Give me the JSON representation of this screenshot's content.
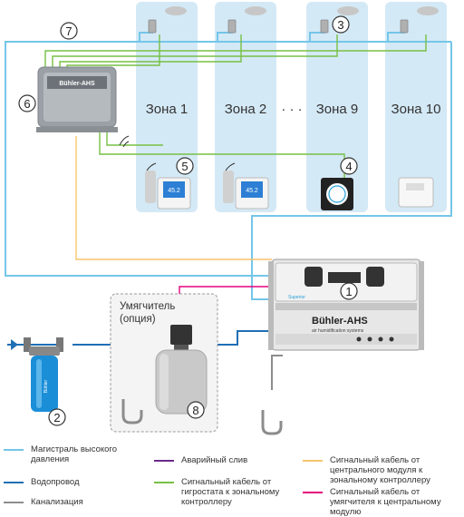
{
  "zones": [
    {
      "label": "Зона 1"
    },
    {
      "label": "Зона 2"
    },
    {
      "label": "Зона 9"
    },
    {
      "label": "Зона 10"
    }
  ],
  "zone_ellipsis": "· · ·",
  "callouts": [
    "1",
    "2",
    "3",
    "4",
    "5",
    "6",
    "7",
    "8"
  ],
  "central_module": {
    "brand": "Bühler-AHS",
    "tagline": "air humidification systems",
    "model": "Superior"
  },
  "zone_controller": {
    "brand": "Bühler-AHS"
  },
  "hygrostat_display": "45.2",
  "softener": {
    "label_line1": "Умягчитель",
    "label_line2": "(опция)"
  },
  "legend": [
    {
      "label": "Магистраль высокого давления",
      "color": "#74c6e8"
    },
    {
      "label": "Водопровод",
      "color": "#1f6fb4"
    },
    {
      "label": "Канализация",
      "color": "#8c8c8c"
    },
    {
      "label": "Аварийный слив",
      "color": "#6b2a8c"
    },
    {
      "label": "Сигнальный кабель от гигростата к зональному контроллеру",
      "color": "#76c043"
    },
    {
      "label": "Сигнальный кабель от центрального модуля к зональному контроллеру",
      "color": "#f7c46c"
    },
    {
      "label": "Сигнальный кабель от умягчителя к центральному модулю",
      "color": "#e5007e"
    }
  ]
}
